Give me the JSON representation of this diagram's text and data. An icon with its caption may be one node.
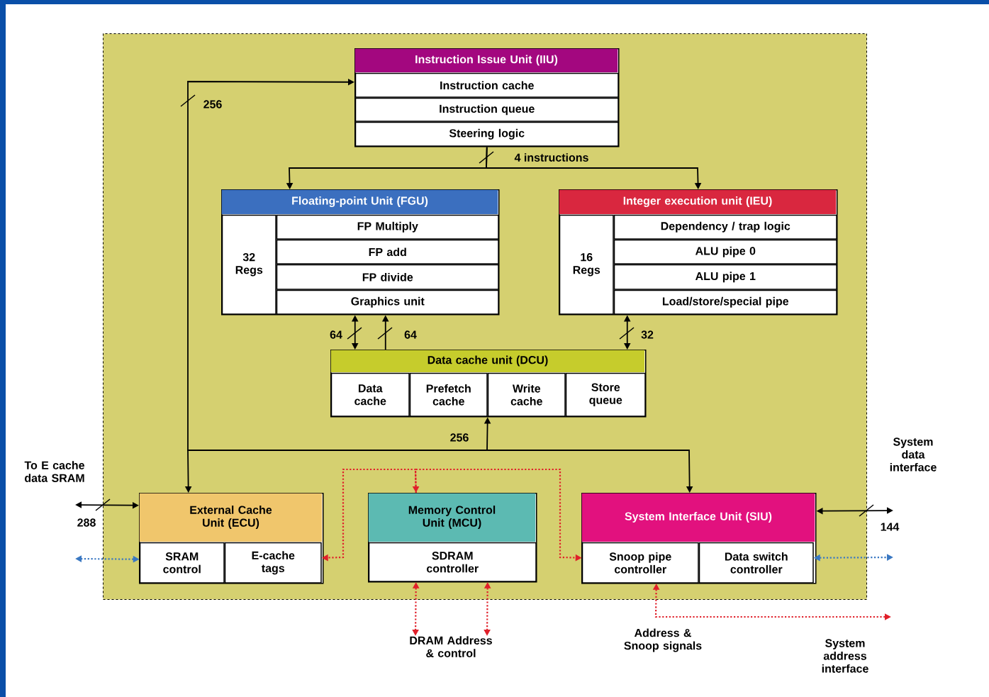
{
  "diagram": {
    "nodes": [
      {
        "text": [],
        "shape": "box"
      },
      {
        "text": [
          "Instruction Issue Unit (IIU)"
        ],
        "in": 0
      },
      {
        "text": [
          "Instruction cache"
        ],
        "in": 1
      },
      {
        "text": [
          "Instruction queue"
        ],
        "in": 1
      },
      {
        "text": [
          "Steering logic"
        ],
        "in": 1
      },
      {
        "text": [
          "Floating-point Unit (FGU)"
        ],
        "in": 0
      },
      {
        "text": [
          "32 Regs"
        ],
        "in": 5
      },
      {
        "text": [
          "FP Multiply"
        ],
        "in": 5
      },
      {
        "text": [
          "FP add"
        ],
        "in": 5
      },
      {
        "text": [
          "FP divide"
        ],
        "in": 5
      },
      {
        "text": [
          "Graphics unit"
        ],
        "in": 5
      },
      {
        "text": [
          "Integer execution unit (IEU)"
        ],
        "in": 0
      },
      {
        "text": [
          "16 Regs"
        ],
        "in": 11
      },
      {
        "text": [
          "Dependency / trap logic"
        ],
        "in": 11
      },
      {
        "text": [
          "ALU pipe 0"
        ],
        "in": 11
      },
      {
        "text": [
          "ALU pipe 1"
        ],
        "in": 11
      },
      {
        "text": [
          "Load/store/special pipe"
        ],
        "in": 11
      },
      {
        "text": [
          "Data cache unit (DCU)"
        ],
        "in": 0
      },
      {
        "text": [
          "Data cache"
        ],
        "in": 17
      },
      {
        "text": [
          "Prefetch cache"
        ],
        "in": 17
      },
      {
        "text": [
          "Write cache"
        ],
        "in": 17
      },
      {
        "text": [
          "Store queue"
        ],
        "in": 17
      },
      {
        "text": [
          "External Cache Unit (ECU)"
        ],
        "in": 0
      },
      {
        "text": [
          "SRAM control"
        ],
        "in": 22
      },
      {
        "text": [
          "E-cache tags"
        ],
        "in": 22
      },
      {
        "text": [
          "Memory Control Unit (MCU)"
        ],
        "in": 0
      },
      {
        "text": [
          "SDRAM controller"
        ],
        "in": 25
      },
      {
        "text": [
          "System Interface Unit (SIU)"
        ],
        "in": 0
      },
      {
        "text": [
          "Snoop pipe controller"
        ],
        "in": 27
      },
      {
        "text": [
          "Data switch controller"
        ],
        "in": 27
      },
      {
        "text": [
          "DRAM Address & control"
        ]
      }
    ],
    "edges": [
      {
        "from": 1,
        "to": 5,
        "arrow": "to"
      },
      {
        "from": 1,
        "to": 11,
        "arrow": "to",
        "label": "4 instructions"
      },
      {
        "from": 22,
        "to": 17,
        "arrow": "both",
        "label": "256"
      },
      {
        "from": 27,
        "to": 1,
        "arrow": "both",
        "label": "256"
      },
      {
        "from": 5,
        "to": 17,
        "arrow": "both",
        "label": "64"
      },
      {
        "from": 17,
        "to": 5,
        "arrow": "to",
        "label": "64"
      },
      {
        "from": 11,
        "to": 17,
        "arrow": "both",
        "label": "32"
      },
      {
        "from": 22,
        "to": null,
        "arrow": "both",
        "label": "288"
      },
      {
        "from": 23,
        "to": null,
        "arrow": "both",
        "style": "dashed",
        "color": "#3a78c2"
      },
      {
        "from": 25,
        "to": 24,
        "arrow": "both",
        "style": "dashed",
        "color": "#e0202a"
      },
      {
        "from": 25,
        "to": 28,
        "arrow": "to",
        "style": "dashed",
        "color": "#e0202a"
      },
      {
        "from": 26,
        "to": 30,
        "arrow": "both",
        "style": "dashed",
        "color": "#e0202a"
      },
      {
        "from": 26,
        "to": 30,
        "arrow": "both",
        "style": "dashed",
        "color": "#e0202a"
      },
      {
        "from": 27,
        "to": null,
        "arrow": "both",
        "label": "144"
      },
      {
        "from": 29,
        "to": null,
        "arrow": "both",
        "style": "dashed",
        "color": "#3a78c2"
      },
      {
        "from": 28,
        "to": null,
        "arrow": "both",
        "style": "dashed",
        "color": "#e0202a"
      }
    ],
    "labels": [
      "To E cache data SRAM",
      "System data interface",
      "Address & Snoop signals",
      "System address interface"
    ]
  }
}
